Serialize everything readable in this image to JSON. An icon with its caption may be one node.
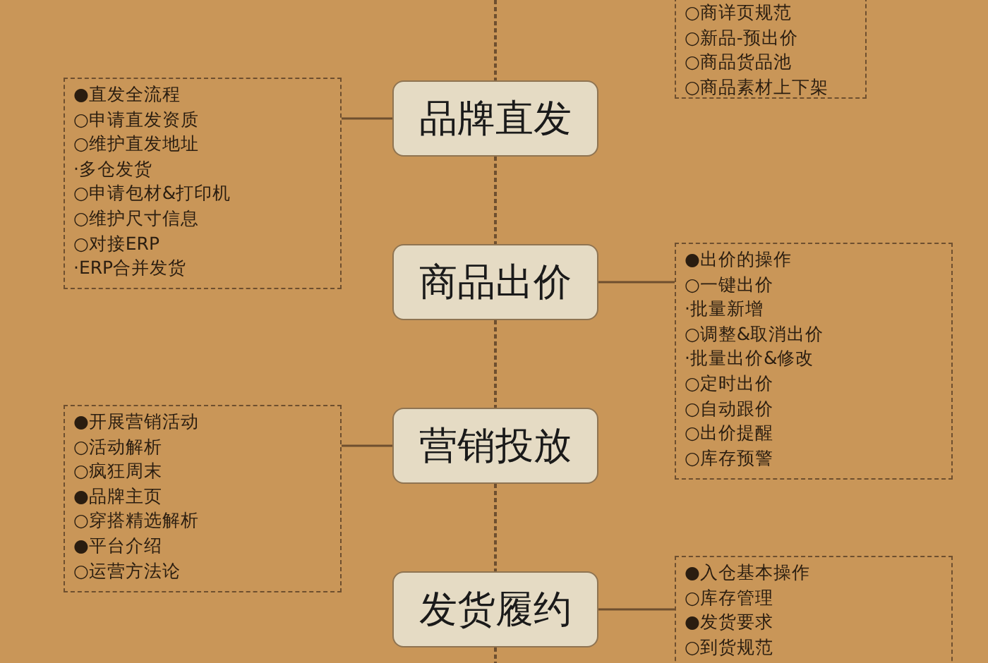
{
  "diagram": {
    "nodes": [
      {
        "text": [
          "○商详页规范",
          "○新品-预出价",
          "○商品货品池",
          "○商品素材上下架"
        ]
      },
      {
        "text": [
          "●直发全流程",
          "○申请直发资质",
          "○维护直发地址",
          "·多仓发货",
          "○申请包材&打印机",
          "○维护尺寸信息",
          "○对接ERP",
          "·ERP合并发货"
        ]
      },
      {
        "text": [
          "品牌直发"
        ]
      },
      {
        "text": [
          "商品出价"
        ]
      },
      {
        "text": [
          "●出价的操作",
          "○一键出价",
          "·批量新增",
          "○调整&取消出价",
          "·批量出价&修改",
          "○定时出价",
          "○自动跟价",
          "○出价提醒",
          "○库存预警"
        ]
      },
      {
        "text": [
          "●开展营销活动",
          "○活动解析",
          "○疯狂周末",
          "●品牌主页",
          "○穿搭精选解析",
          "●平台介绍",
          "○运营方法论"
        ]
      },
      {
        "text": [
          "营销投放"
        ]
      },
      {
        "text": [
          "发货履约"
        ]
      },
      {
        "text": [
          "●入仓基本操作",
          "○库存管理",
          "●发货要求",
          "○到货规范"
        ]
      }
    ],
    "edges": [
      {
        "from": null,
        "to": 2,
        "arrow": "none",
        "style": "dashed"
      },
      {
        "from": 1,
        "to": 2,
        "arrow": "none"
      },
      {
        "from": 2,
        "to": 3,
        "arrow": "none",
        "style": "dashed"
      },
      {
        "from": 3,
        "to": 4,
        "arrow": "none"
      },
      {
        "from": 3,
        "to": 6,
        "arrow": "none",
        "style": "dashed"
      },
      {
        "from": 5,
        "to": 6,
        "arrow": "none"
      },
      {
        "from": 6,
        "to": 7,
        "arrow": "none",
        "style": "dashed"
      },
      {
        "from": 7,
        "to": 8,
        "arrow": "none"
      },
      {
        "from": 7,
        "to": null,
        "arrow": "none",
        "style": "dashed"
      }
    ]
  }
}
